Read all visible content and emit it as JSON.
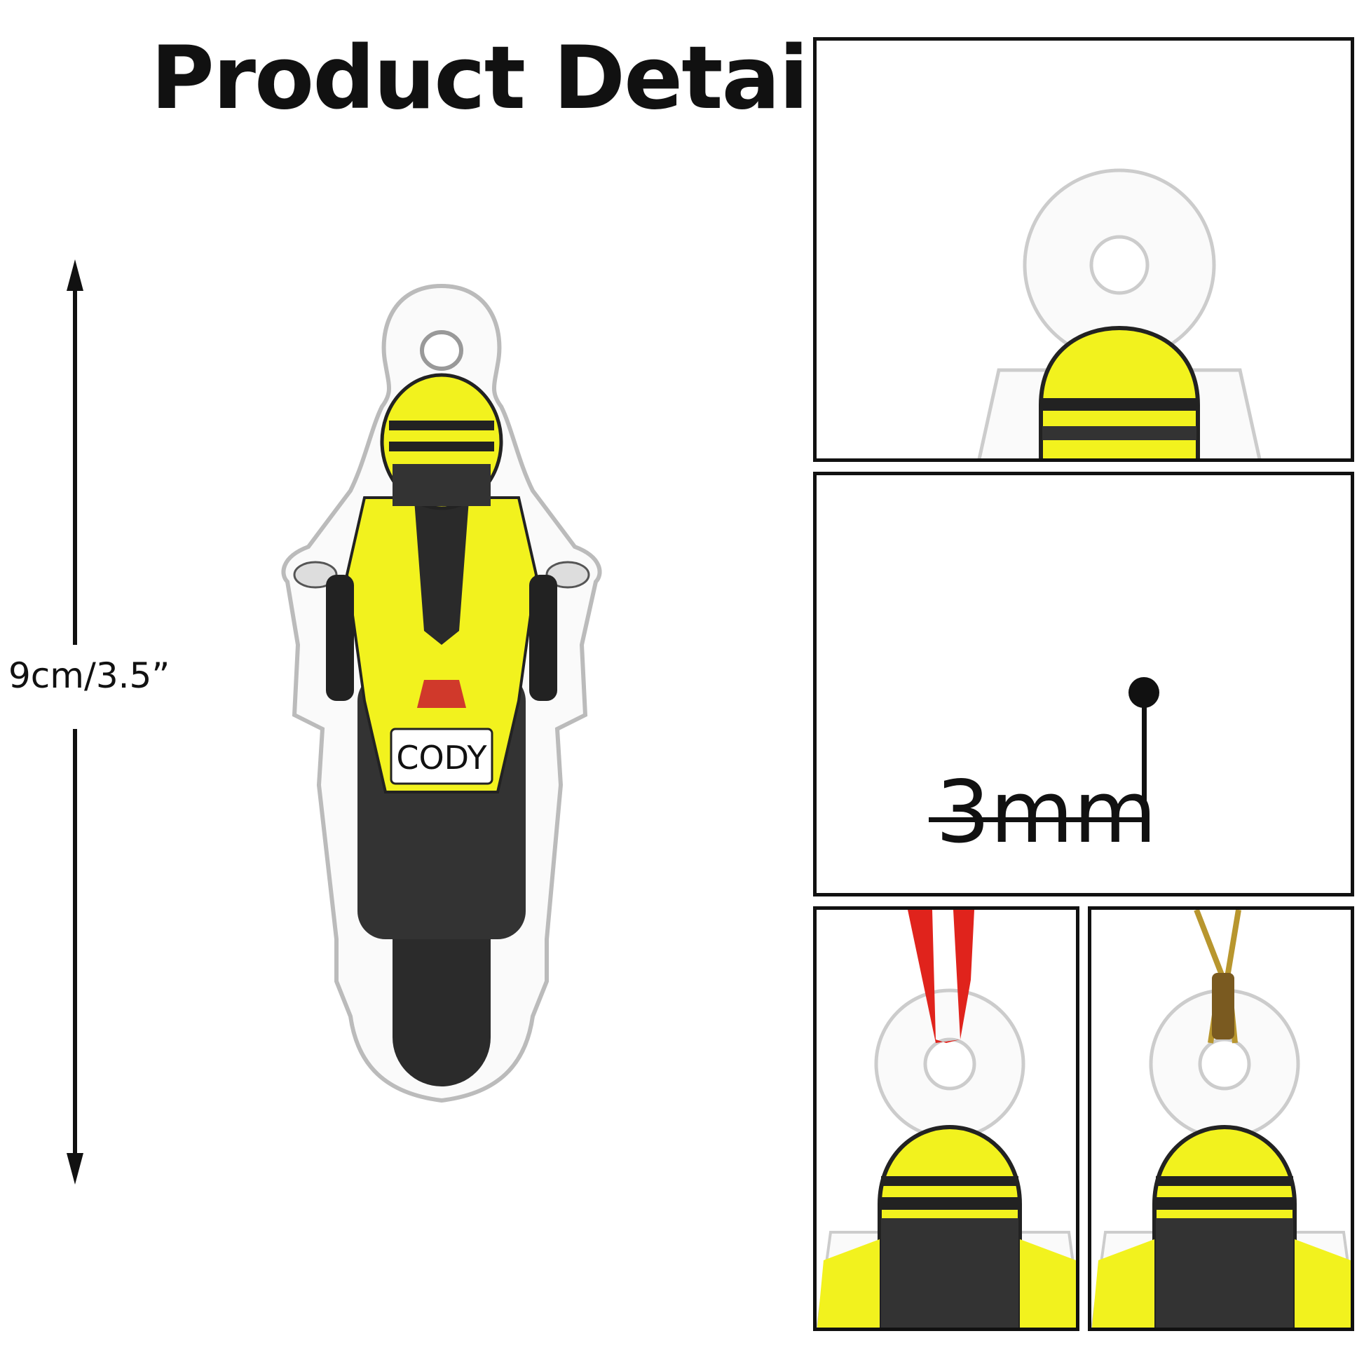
{
  "title": "Product Detail",
  "dimension_label": "9cm/3.5”",
  "name_plate": "CODY",
  "thickness_label": "3mm",
  "colors": {
    "suit": "#f2f21e",
    "dark": "#2a2a2a",
    "ribbon": "#e0231c",
    "cord": "#b8962e"
  }
}
